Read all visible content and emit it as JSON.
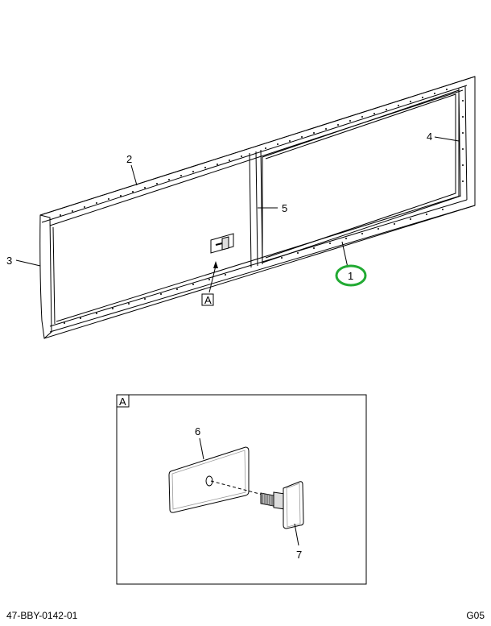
{
  "callouts": {
    "c1": "1",
    "c2": "2",
    "c3": "3",
    "c4": "4",
    "c5": "5",
    "c6": "6",
    "c7": "7"
  },
  "detail_ref": "A",
  "detail_box_label": "A",
  "footer": {
    "part_number": "47-BBY-0142-01",
    "code": "G05"
  },
  "colors": {
    "highlight_circle": "#22aa33",
    "line": "#000000"
  }
}
